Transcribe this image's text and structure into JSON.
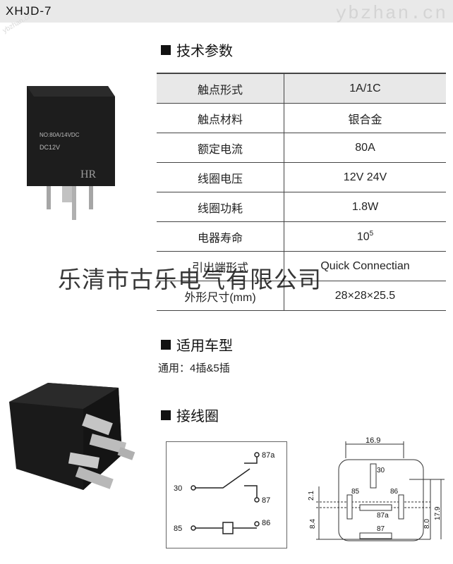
{
  "header": {
    "model": "XHJD-7",
    "watermark": "ybzhan.cn"
  },
  "corner_watermark": "ybzhan.cn",
  "relay_label": {
    "line1": "NO:80A/14VDC",
    "line2": "DC12V",
    "logo": "HR"
  },
  "sections": {
    "tech": "技术参数",
    "vehicle": "适用车型",
    "wiring": "接线圈"
  },
  "params": [
    {
      "key": "触点形式",
      "value": "1A/1C"
    },
    {
      "key": "触点材料",
      "value": "银合金"
    },
    {
      "key": "额定电流",
      "value": "80A"
    },
    {
      "key": "线圈电压",
      "value": "12V  24V"
    },
    {
      "key": "线圈功耗",
      "value": "1.8W"
    },
    {
      "key": "电器寿命",
      "value": "10",
      "sup": "5"
    },
    {
      "key": "引出端形式",
      "value": "Quick Connectian"
    },
    {
      "key": "外形尺寸(mm)",
      "value": "28×28×25.5"
    }
  ],
  "company_watermark": "乐清市古乐电气有限公司",
  "usage_text": "通用：4插&5插",
  "schematic": {
    "pins": [
      "87a",
      "30",
      "87",
      "85",
      "86"
    ]
  },
  "dimensions": {
    "width": "16.9",
    "pin30": "30",
    "pin85": "85",
    "pin86": "86",
    "pin87a": "87a",
    "pin87": "87",
    "d1": "2.1",
    "d2": "8.4",
    "d3": "8.0",
    "d4": "17.9"
  }
}
